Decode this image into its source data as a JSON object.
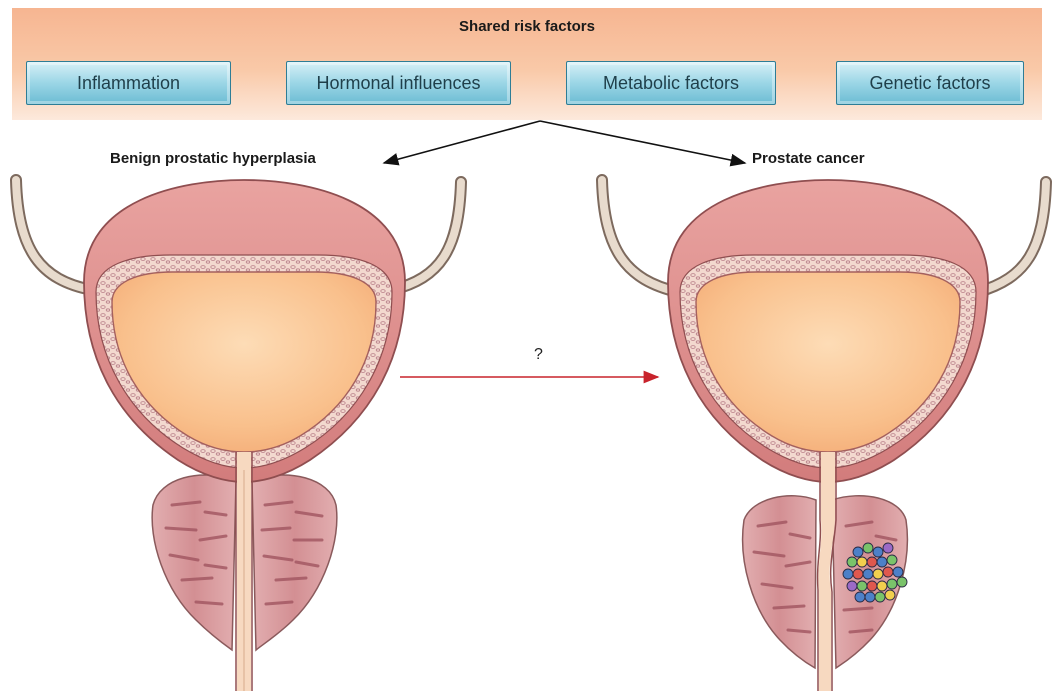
{
  "banner": {
    "title": "Shared risk factors"
  },
  "factors": [
    {
      "label": "Inflammation"
    },
    {
      "label": "Hormonal influences"
    },
    {
      "label": "Metabolic factors"
    },
    {
      "label": "Genetic factors"
    }
  ],
  "left_label": "Benign prostatic hyperplasia",
  "right_label": "Prostate cancer",
  "transition_label": "?",
  "colors": {
    "banner": "#f8c4a2",
    "factor_box": "#9bd6e6",
    "bladder_wall": "#dc8a88",
    "bladder_lumen": "#f9c08c",
    "prostate": "#d99ea0",
    "transition_arrow": "#c8232c",
    "tumor_cells": [
      "#4d80c8",
      "#7ac36a",
      "#f2cf4e",
      "#e0584e",
      "#9b6ac7"
    ]
  }
}
